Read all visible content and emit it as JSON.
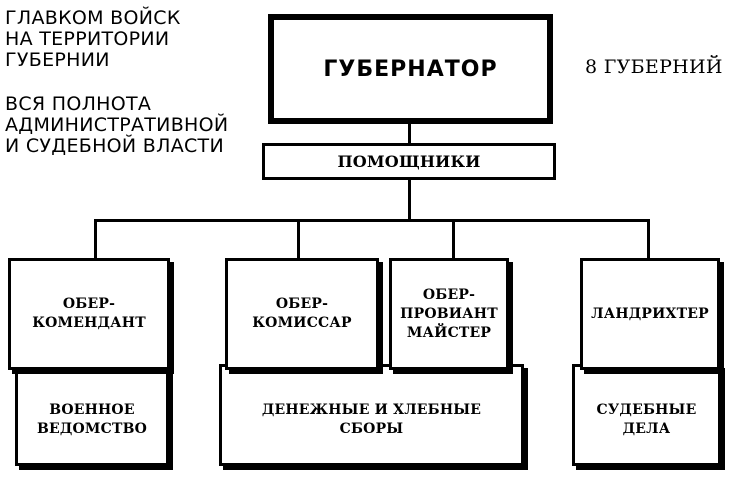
{
  "notes": {
    "commander": "ГЛАВКОМ ВОЙСК\nНА ТЕРРИТОРИИ\nГУБЕРНИИ",
    "authority": "ВСЯ ПОЛНОТА\nАДМИНИСТРАТИВНОЙ\nИ СУДЕБНОЙ ВЛАСТИ",
    "count": "8 ГУБЕРНИЙ"
  },
  "nodes": {
    "governor": "ГУБЕРНАТОР",
    "assistants": "ПОМОЩНИКИ",
    "ober_commandant": "ОБЕР-\nКОМЕНДАНТ",
    "ober_commissar": "ОБЕР-\nКОМИССАР",
    "ober_proviant": "ОБЕР-\nПРОВИАНТ\nМАЙСТЕР",
    "landrichter": "ЛАНДРИХТЕР",
    "military_dept": "ВОЕННОЕ\nВЕДОМСТВО",
    "collections": "ДЕНЕЖНЫЕ И ХЛЕБНЫЕ\nСБОРЫ",
    "judicial": "СУДЕБНЫЕ\nДЕЛА"
  }
}
